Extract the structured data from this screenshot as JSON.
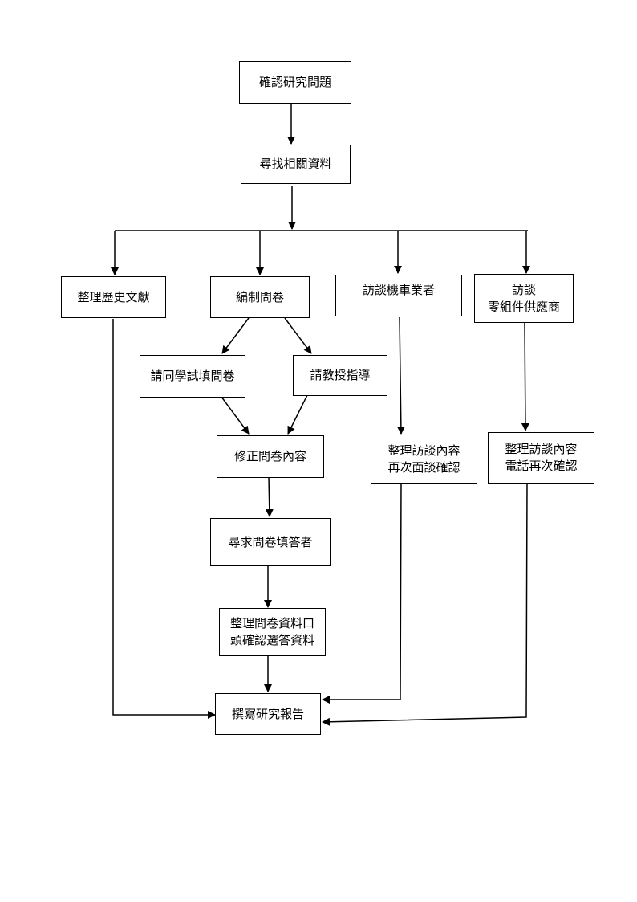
{
  "nodes": {
    "confirm": "確認研究問題",
    "search": "尋找相關資料",
    "history": "整理歷史文獻",
    "questionnaire": "編制問卷",
    "interview_dealers": "訪談機車業者",
    "interview_suppliers": [
      "訪談",
      "零組件供應商"
    ],
    "classmates": "請同學試填問卷",
    "professor": "請教授指導",
    "revise": "修正問卷內容",
    "respondents": "尋求問卷填答者",
    "organize_q": [
      "整理問卷資料口",
      "頭確認選答資料"
    ],
    "organize_dealer": [
      "整理訪談內容",
      "再次面談確認"
    ],
    "organize_supplier": [
      "整理訪談內容",
      "電話再次確認"
    ],
    "report": "撰寫研究報告"
  }
}
